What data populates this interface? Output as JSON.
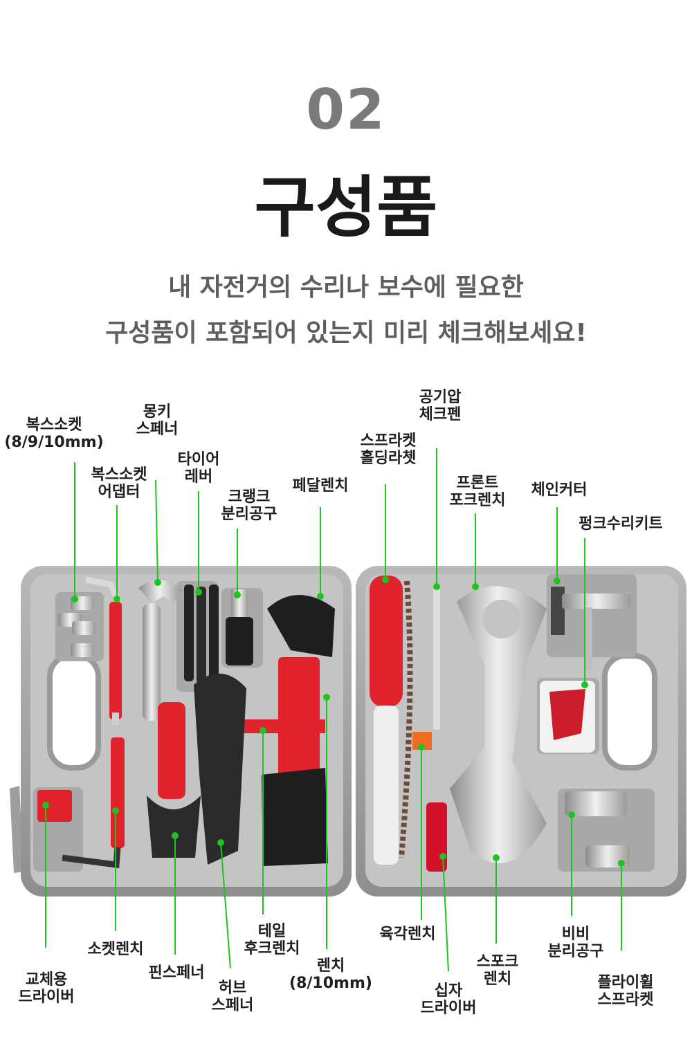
{
  "header": {
    "section_number": "02",
    "title": "구성품",
    "subtitle_line1": "내 자전거의 수리나 보수에 필요한",
    "subtitle_line2": "구성품이 포함되어 있는지 미리 체크해보세요!"
  },
  "labels": [
    {
      "id": "box-socket",
      "lines": [
        "복스소켓",
        "(8/9/10mm)"
      ]
    },
    {
      "id": "monkey-spanner",
      "lines": [
        "몽키",
        "스페너"
      ]
    },
    {
      "id": "box-socket-adapter",
      "lines": [
        "복스소켓",
        "어댑터"
      ]
    },
    {
      "id": "tire-lever",
      "lines": [
        "타이어",
        "레버"
      ]
    },
    {
      "id": "crank-puller",
      "lines": [
        "크랭크",
        "분리공구"
      ]
    },
    {
      "id": "pedal-wrench",
      "lines": [
        "페달렌치"
      ]
    },
    {
      "id": "sprocket-holder",
      "lines": [
        "스프라켓",
        "홀딩라쳇"
      ]
    },
    {
      "id": "air-pressure-pen",
      "lines": [
        "공기압",
        "체크펜"
      ]
    },
    {
      "id": "front-fork-wrench",
      "lines": [
        "프론트",
        "포크렌치"
      ]
    },
    {
      "id": "chain-cutter",
      "lines": [
        "체인커터"
      ]
    },
    {
      "id": "puncture-kit",
      "lines": [
        "펑크수리키트"
      ]
    },
    {
      "id": "replacement-driver",
      "lines": [
        "교체용",
        "드라이버"
      ]
    },
    {
      "id": "socket-wrench",
      "lines": [
        "소켓렌치"
      ]
    },
    {
      "id": "pin-spanner",
      "lines": [
        "핀스페너"
      ]
    },
    {
      "id": "hub-spanner",
      "lines": [
        "허브",
        "스페너"
      ]
    },
    {
      "id": "tail-hook-wrench",
      "lines": [
        "테일",
        "후크렌치"
      ]
    },
    {
      "id": "wrench-8-10",
      "lines": [
        "렌치",
        "(8/10mm)"
      ]
    },
    {
      "id": "hex-wrench",
      "lines": [
        "육각렌치"
      ]
    },
    {
      "id": "cross-driver",
      "lines": [
        "십자",
        "드라이버"
      ]
    },
    {
      "id": "spoke-wrench",
      "lines": [
        "스포크",
        "렌치"
      ]
    },
    {
      "id": "bb-tool",
      "lines": [
        "비비",
        "분리공구"
      ]
    },
    {
      "id": "flywheel-sprocket",
      "lines": [
        "플라이휠",
        "스프라켓"
      ]
    }
  ]
}
